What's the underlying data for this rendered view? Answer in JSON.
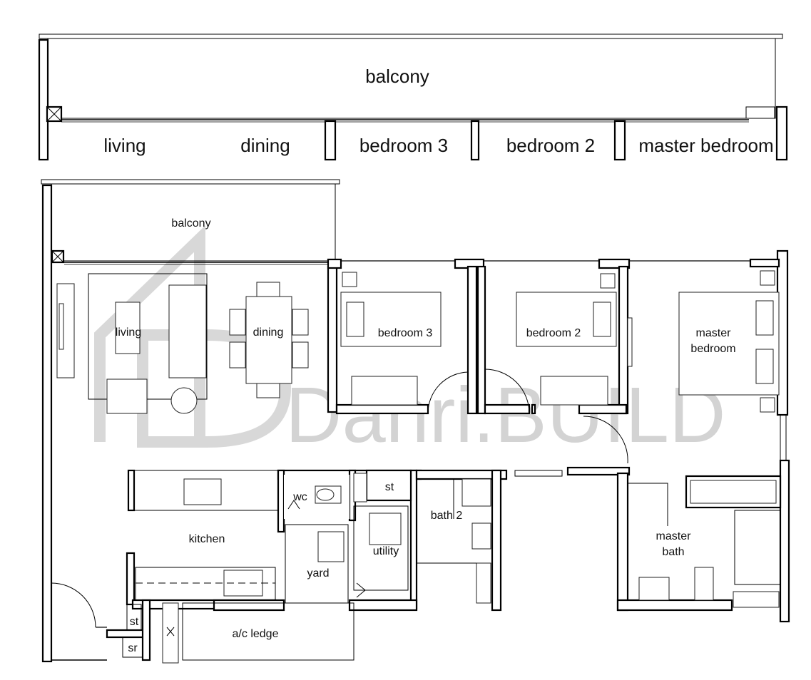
{
  "elevation": {
    "balcony": "balcony",
    "living": "living",
    "dining": "dining",
    "bedroom3": "bedroom 3",
    "bedroom2": "bedroom 2",
    "master_bedroom": "master bedroom"
  },
  "plan": {
    "balcony": "balcony",
    "living": "living",
    "dining": "dining",
    "bedroom3": "bedroom 3",
    "bedroom2": "bedroom 2",
    "master_bedroom_line1": "master",
    "master_bedroom_line2": "bedroom",
    "wc": "wc",
    "st_upper": "st",
    "bath2": "bath 2",
    "kitchen": "kitchen",
    "utility": "utility",
    "yard": "yard",
    "master_bath_line1": "master",
    "master_bath_line2": "bath",
    "st_lower": "st",
    "sr": "sr",
    "ac_ledge": "a/c ledge"
  },
  "watermark": "Dahri.BUILD"
}
